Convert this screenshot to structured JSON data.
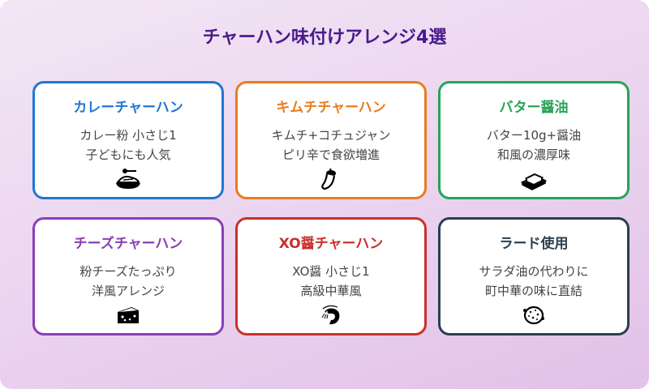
{
  "title": "チャーハン味付けアレンジ4選",
  "cards": [
    {
      "title": "カレーチャーハン",
      "line1": "カレー粉 小さじ1",
      "line2": "子どもにも人気",
      "icon": "curry-plate-icon",
      "color": "#2176d2"
    },
    {
      "title": "キムチチャーハン",
      "line1": "キムチ+コチュジャン",
      "line2": "ピリ辛で食欲増進",
      "icon": "chili-pepper-icon",
      "color": "#e87d1f"
    },
    {
      "title": "バター醤油",
      "line1": "バター10g+醤油",
      "line2": "和風の濃厚味",
      "icon": "butter-icon",
      "color": "#27a457"
    },
    {
      "title": "チーズチャーハン",
      "line1": "粉チーズたっぷり",
      "line2": "洋風アレンジ",
      "icon": "cheese-icon",
      "color": "#8a3fb5"
    },
    {
      "title": "XO醤チャーハン",
      "line1": "XO醤 小さじ1",
      "line2": "高級中華風",
      "icon": "shrimp-icon",
      "color": "#c9302c"
    },
    {
      "title": "ラード使用",
      "line1": "サラダ油の代わりに",
      "line2": "町中華の味に直結",
      "icon": "frying-pan-icon",
      "color": "#2c3e50"
    }
  ]
}
